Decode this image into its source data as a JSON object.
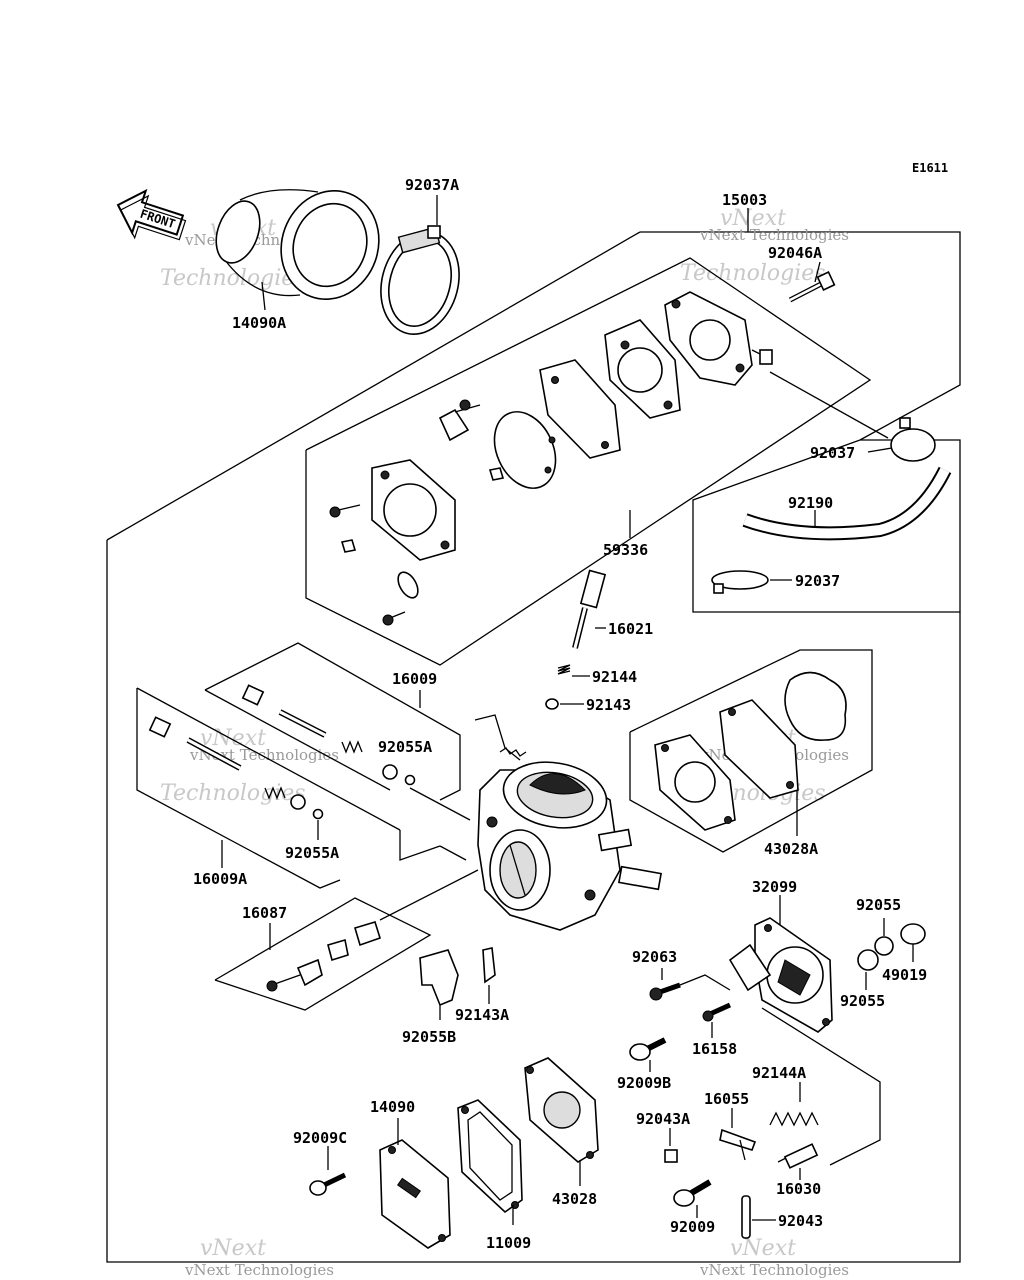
{
  "diagram_code": "E1611",
  "front_label": "FRONT",
  "watermark": {
    "line1": "vNext",
    "line2": "Technologies",
    "inline": "vNext Technologies"
  },
  "part_labels": {
    "p14090A": "14090A",
    "p92037A": "92037A",
    "p15003": "15003",
    "p92046A": "92046A",
    "p92037": "92037",
    "p92190": "92190",
    "p92037b": "92037",
    "p59336": "59336",
    "p16021": "16021",
    "p92144": "92144",
    "p92143": "92143",
    "p16009": "16009",
    "p92055A": "92055A",
    "p92055A_b": "92055A",
    "p16009A": "16009A",
    "p43028A": "43028A",
    "p32099": "32099",
    "p92055": "92055",
    "p49019": "49019",
    "p92055_b": "92055",
    "p16087": "16087",
    "p92063": "92063",
    "p16158": "16158",
    "p92143A": "92143A",
    "p92055B": "92055B",
    "p92009B": "92009B",
    "p92144A": "92144A",
    "p16055": "16055",
    "p92043A": "92043A",
    "p14090": "14090",
    "p92009C": "92009C",
    "p16030": "16030",
    "p92009": "92009",
    "p92043": "92043",
    "p43028": "43028",
    "p11009": "11009"
  }
}
